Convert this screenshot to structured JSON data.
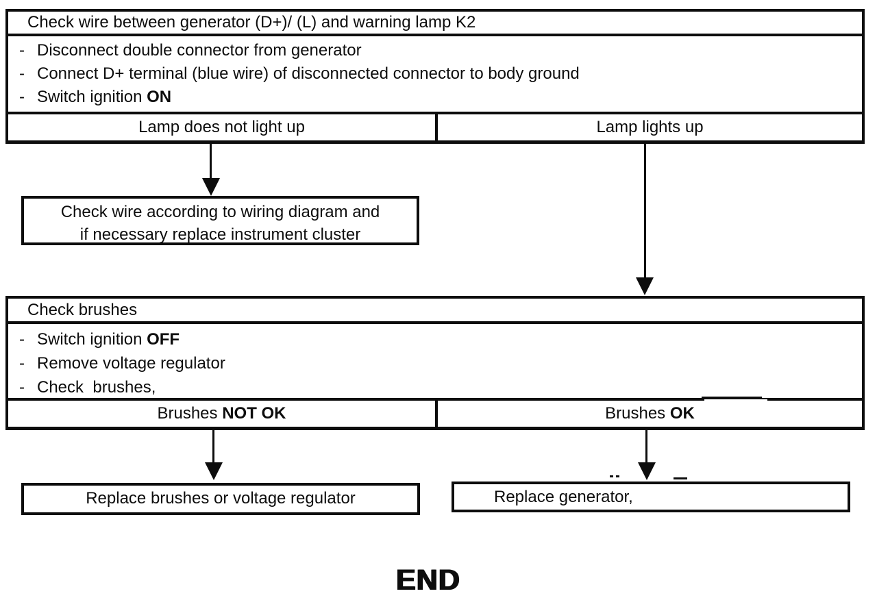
{
  "colors": {
    "ink": "#0d0d0d",
    "paper": "#ffffff"
  },
  "flowchart": {
    "bullet": "-",
    "step1": {
      "title": "Check wire between generator (D+)/ (L) and warning lamp K2",
      "actions": [
        {
          "text": "Disconnect double connector from generator",
          "bold": ""
        },
        {
          "text": "Connect D+ terminal (blue wire) of disconnected connector to body ground",
          "bold": ""
        },
        {
          "text": "Switch ignition ",
          "bold": "ON"
        }
      ],
      "outcome_left": {
        "text": "Lamp does not light up",
        "bold": ""
      },
      "outcome_right": {
        "text": "Lamp lights up",
        "bold": ""
      }
    },
    "result_wiring": {
      "line1": "Check wire according to wiring diagram and",
      "line2": "if necessary replace instrument cluster"
    },
    "step2": {
      "title": "Check brushes",
      "actions": [
        {
          "text": "Switch ignition ",
          "bold": "OFF"
        },
        {
          "text": "Remove voltage regulator",
          "bold": ""
        },
        {
          "text": "Check  brushes,",
          "bold": ""
        }
      ],
      "outcome_left": {
        "text": "Brushes ",
        "bold": "NOT OK"
      },
      "outcome_right": {
        "text": "Brushes ",
        "bold": "OK"
      }
    },
    "result_brushes": "Replace brushes or voltage regulator",
    "result_generator": "Replace generator,",
    "end_label": "END"
  }
}
